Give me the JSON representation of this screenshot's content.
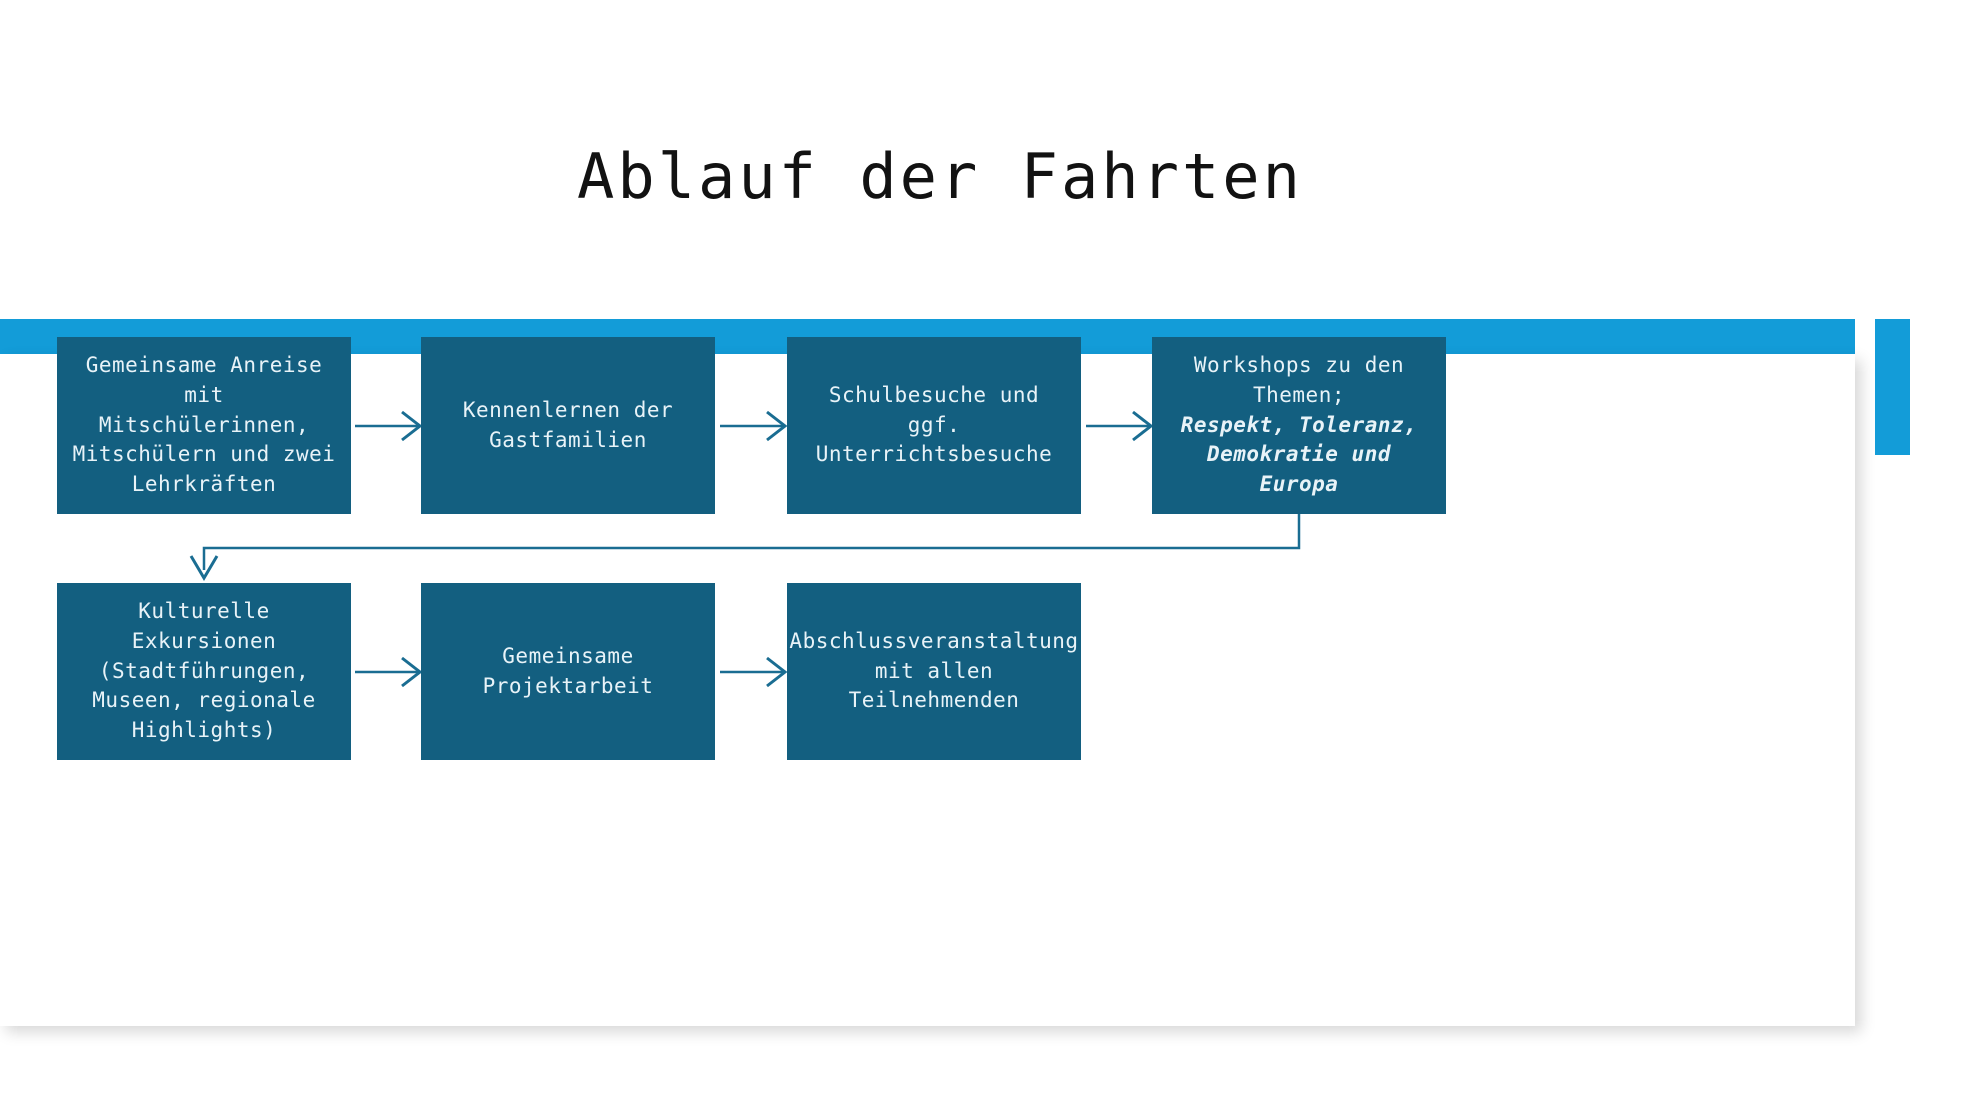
{
  "slide": {
    "title": "Ablauf der Fahrten",
    "accent_color": "#139cd8",
    "box_color": "#135f80",
    "box_text_color": "#e8f3f8",
    "connector_color": "#1a6d92",
    "title_color": "#121212",
    "background": "#ffffff"
  },
  "flow": {
    "boxes": [
      {
        "id": "box-1",
        "row": 1,
        "order": 1,
        "lines": [
          {
            "text": "Gemeinsame Anreise mit",
            "emphasis": false
          },
          {
            "text": "Mitschülerinnen,",
            "emphasis": false
          },
          {
            "text": "Mitschülern und zwei",
            "emphasis": false
          },
          {
            "text": "Lehrkräften",
            "emphasis": false
          }
        ]
      },
      {
        "id": "box-2",
        "row": 1,
        "order": 2,
        "lines": [
          {
            "text": "Kennenlernen der",
            "emphasis": false
          },
          {
            "text": "Gastfamilien",
            "emphasis": false
          }
        ]
      },
      {
        "id": "box-3",
        "row": 1,
        "order": 3,
        "lines": [
          {
            "text": "Schulbesuche und ggf.",
            "emphasis": false
          },
          {
            "text": "Unterrichtsbesuche",
            "emphasis": false
          }
        ]
      },
      {
        "id": "box-4",
        "row": 1,
        "order": 4,
        "lines": [
          {
            "text": "Workshops zu den",
            "emphasis": false
          },
          {
            "text": "Themen;",
            "emphasis": false
          },
          {
            "text": "Respekt, Toleranz,",
            "emphasis": true
          },
          {
            "text": "Demokratie und Europa",
            "emphasis": true
          }
        ]
      },
      {
        "id": "box-5",
        "row": 2,
        "order": 5,
        "lines": [
          {
            "text": "Kulturelle Exkursionen",
            "emphasis": false
          },
          {
            "text": "(Stadtführungen,",
            "emphasis": false
          },
          {
            "text": "Museen, regionale",
            "emphasis": false
          },
          {
            "text": "Highlights)",
            "emphasis": false
          }
        ]
      },
      {
        "id": "box-6",
        "row": 2,
        "order": 6,
        "lines": [
          {
            "text": "Gemeinsame",
            "emphasis": false
          },
          {
            "text": "Projektarbeit",
            "emphasis": false
          }
        ]
      },
      {
        "id": "box-7",
        "row": 2,
        "order": 7,
        "lines": [
          {
            "text": "Abschlussveranstaltung",
            "emphasis": false
          },
          {
            "text": "mit allen",
            "emphasis": false
          },
          {
            "text": "Teilnehmenden",
            "emphasis": false
          }
        ]
      }
    ],
    "connectors": [
      {
        "id": "arrow-1-2",
        "from": "box-1",
        "to": "box-2",
        "direction": "right"
      },
      {
        "id": "arrow-2-3",
        "from": "box-2",
        "to": "box-3",
        "direction": "right"
      },
      {
        "id": "arrow-3-4",
        "from": "box-3",
        "to": "box-4",
        "direction": "right"
      },
      {
        "id": "arrow-4-5",
        "from": "box-4",
        "to": "box-5",
        "direction": "wrap-down-left"
      },
      {
        "id": "arrow-5-6",
        "from": "box-5",
        "to": "box-6",
        "direction": "right"
      },
      {
        "id": "arrow-6-7",
        "from": "box-6",
        "to": "box-7",
        "direction": "right"
      }
    ]
  }
}
